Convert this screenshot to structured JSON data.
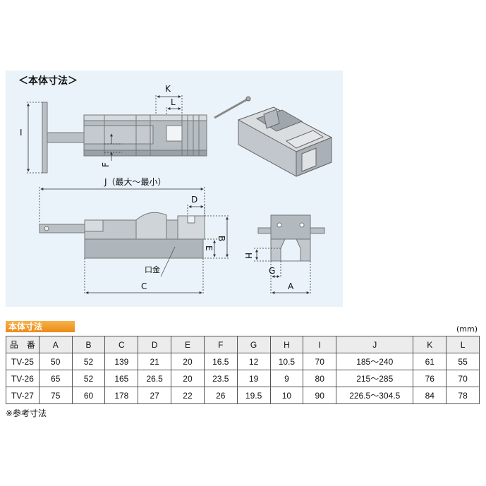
{
  "diagram": {
    "section_title": "＜本体寸法＞",
    "labels": {
      "I": "I",
      "K": "K",
      "L": "L",
      "F": "F",
      "J": "J（最大～最小）",
      "D": "D",
      "B": "B",
      "E": "E",
      "kuchigane": "口金",
      "C": "C",
      "H": "H",
      "G": "G",
      "A": "A"
    }
  },
  "table": {
    "heading": "本体寸法",
    "unit": "(mm)",
    "columns": [
      "品　番",
      "A",
      "B",
      "C",
      "D",
      "E",
      "F",
      "G",
      "H",
      "I",
      "J",
      "K",
      "L"
    ],
    "rows": [
      [
        "TV-25",
        "50",
        "52",
        "139",
        "21",
        "20",
        "16.5",
        "12",
        "10.5",
        "70",
        "185～240",
        "61",
        "55"
      ],
      [
        "TV-26",
        "65",
        "52",
        "165",
        "26.5",
        "20",
        "23.5",
        "19",
        "9",
        "80",
        "215～285",
        "76",
        "70"
      ],
      [
        "TV-27",
        "75",
        "60",
        "178",
        "27",
        "22",
        "26",
        "19.5",
        "10",
        "90",
        "226.5～304.5",
        "84",
        "78"
      ]
    ],
    "footnote": "※参考寸法"
  }
}
